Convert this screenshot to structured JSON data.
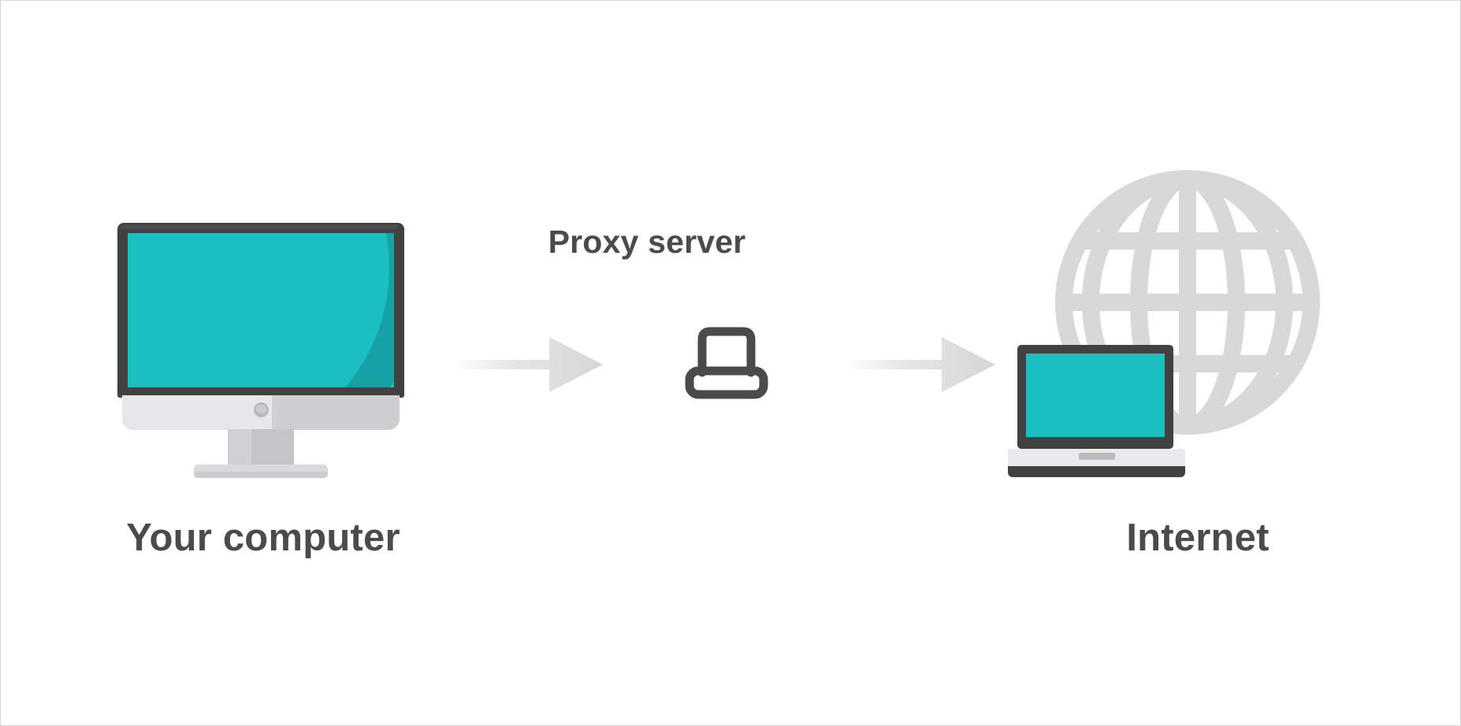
{
  "diagram": {
    "title": "Proxy server network flow diagram",
    "background_color": "#ffffff",
    "border_color": "#d6d6d6",
    "label_color": "#4b4b4b",
    "accent_color": "#1bbfc1",
    "accent_dark_color": "#16a2a4",
    "device_dark_color": "#414141",
    "device_light_color": "#d5d7d8",
    "arrow_color": "#d8d8d8",
    "globe_color": "#d8d8d8"
  },
  "nodes": [
    {
      "id": "your-computer",
      "label": "Your computer",
      "icon": "desktop-monitor-icon",
      "label_position": "below"
    },
    {
      "id": "proxy-server",
      "label": "Proxy server",
      "icon": "laptop-outline-icon",
      "label_position": "above"
    },
    {
      "id": "internet",
      "label": "Internet",
      "icon": "globe-and-laptop-icon",
      "label_position": "below"
    }
  ],
  "connections": [
    {
      "id": "arrow-one",
      "from": "your-computer",
      "to": "proxy-server",
      "icon": "right-arrow-icon",
      "direction": "right"
    },
    {
      "id": "arrow-two",
      "from": "proxy-server",
      "to": "internet",
      "icon": "right-arrow-icon",
      "direction": "right"
    }
  ],
  "labels": {
    "your_computer": "Your computer",
    "proxy_server": "Proxy server",
    "internet": "Internet"
  }
}
